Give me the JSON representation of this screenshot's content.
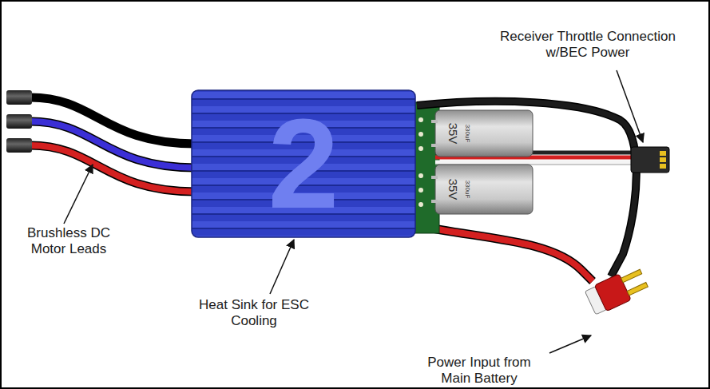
{
  "diagram": {
    "labels": [
      "Receiver Throttle Connection w/BEC Power",
      "Brushless DC Motor Leads",
      "Heat Sink for ESC Cooling",
      "Power Input from Main Battery",
      "2",
      "35V",
      "330uF",
      "35V",
      "330uF"
    ]
  }
}
